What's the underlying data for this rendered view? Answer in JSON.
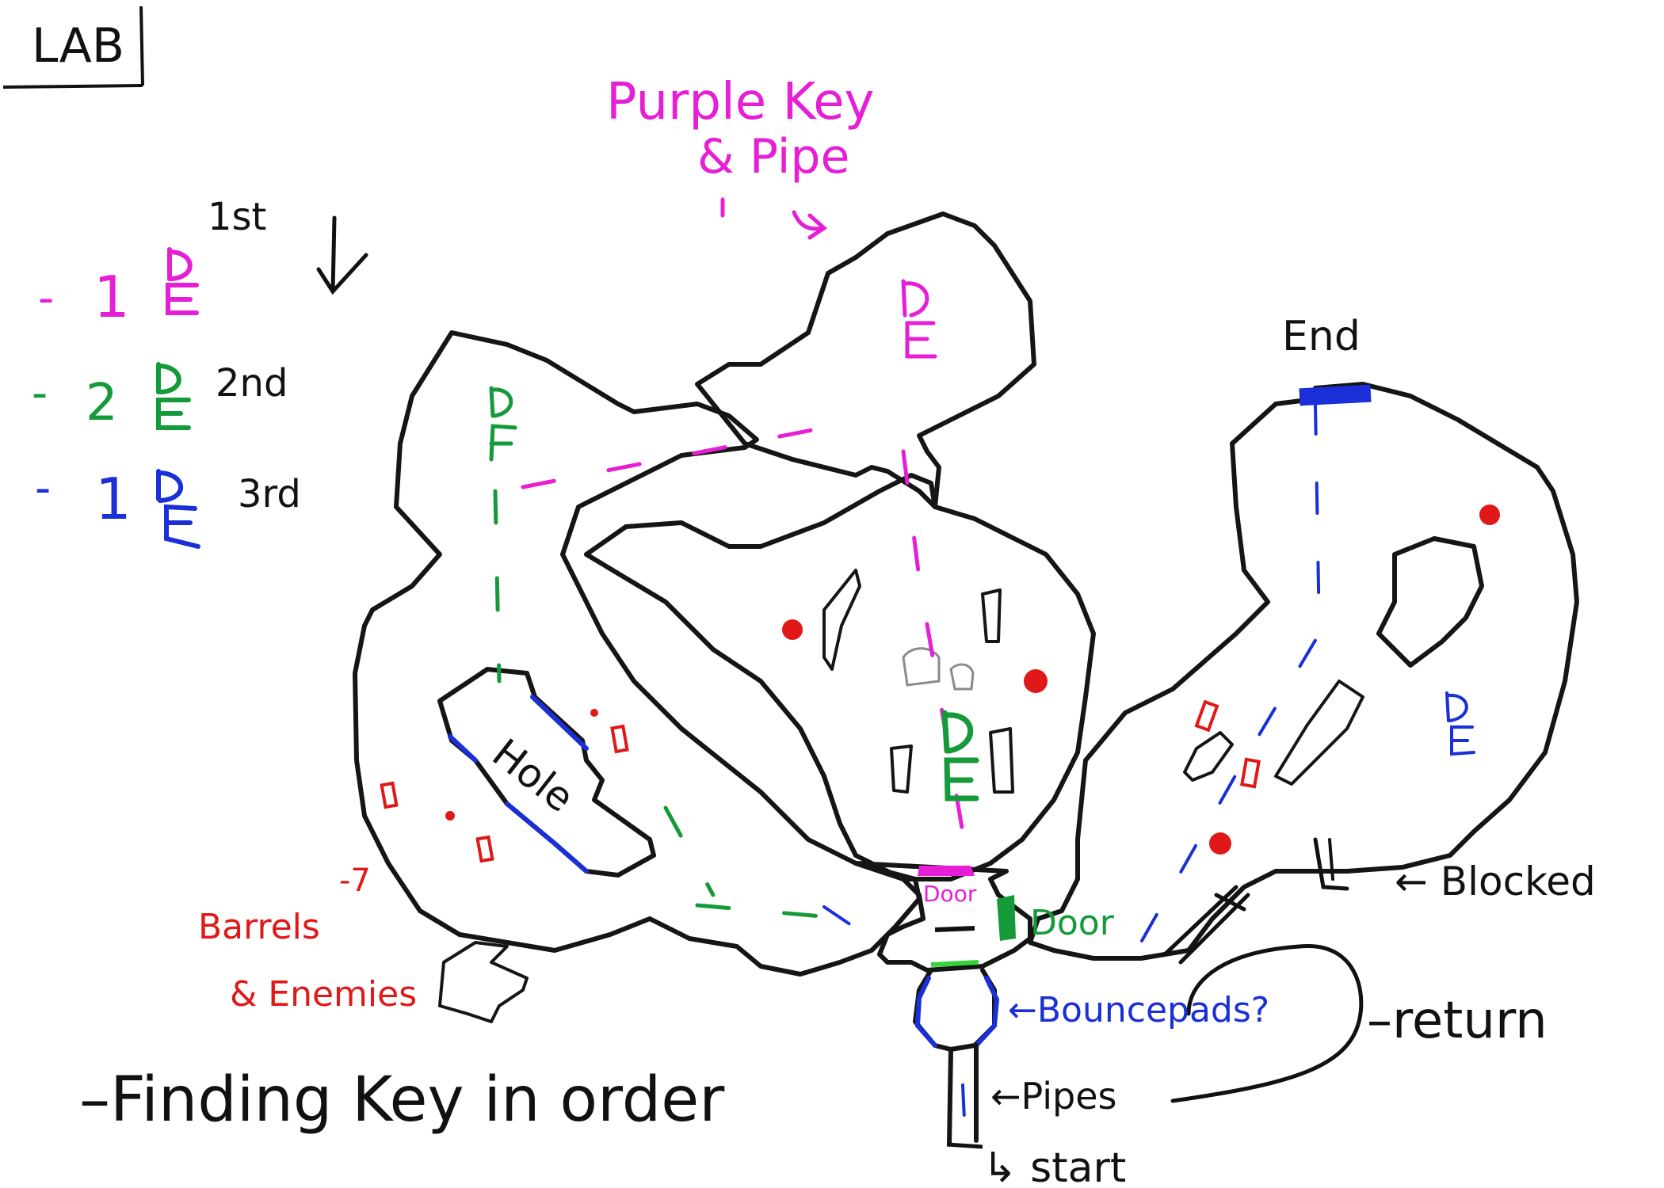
{
  "title": "LAB",
  "legend": {
    "rows": [
      {
        "dash": "-",
        "count": "1",
        "rank": "1st",
        "color": "#e61fd6"
      },
      {
        "dash": "-",
        "count": "2",
        "rank": "2nd",
        "color": "#159a3a"
      },
      {
        "dash": "-",
        "count": "1",
        "rank": "3rd",
        "color": "#1a2fd8"
      }
    ]
  },
  "labels": {
    "purple_key_line1": "Purple Key",
    "purple_key_line2": "& Pipe",
    "end": "End",
    "hole": "Hole",
    "door_pink": "Door",
    "door_green": "Door",
    "bouncepads": "←Bouncepads?",
    "pipes": "←Pipes",
    "start": "↳ start",
    "blocked": "← Blocked",
    "return": "–return",
    "barrels_arrow": "-7",
    "barrels_line1": "Barrels",
    "barrels_line2": "& Enemies",
    "finding_key": "–Finding  Key in  order"
  },
  "colors": {
    "key_1": "#e61fd6",
    "key_2": "#159a3a",
    "key_3": "#1a2fd8",
    "enemy": "#e01818",
    "end_marker": "#1a2fd8",
    "walls": "#151515"
  }
}
